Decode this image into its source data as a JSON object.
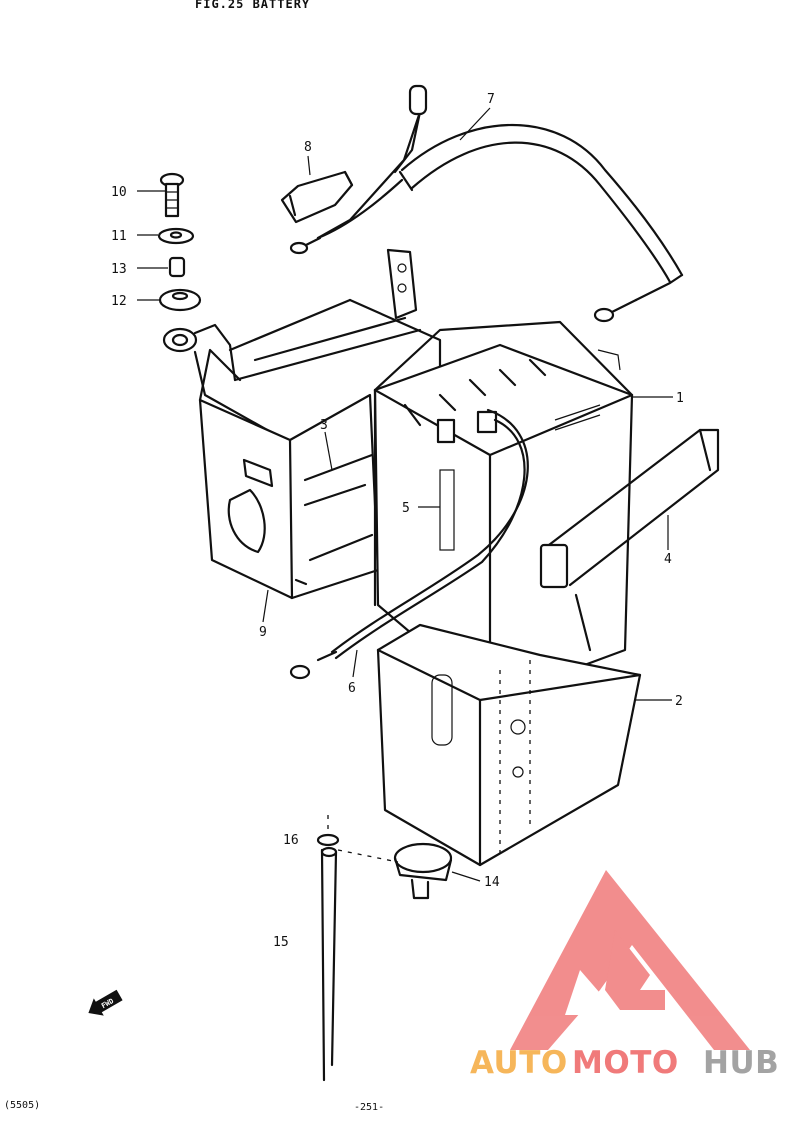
{
  "title": "FIG.25  BATTERY",
  "callouts": {
    "c1": "1",
    "c2": "2",
    "c3": "3",
    "c4": "4",
    "c5": "5",
    "c6": "6",
    "c7": "7",
    "c8": "8",
    "c9": "9",
    "c10": "10",
    "c11": "11",
    "c12": "12",
    "c13": "13",
    "c14": "14",
    "c15": "15",
    "c16": "16"
  },
  "direction_marker": "FWD",
  "footer_left": "(5505)",
  "footer_center": "-251-",
  "watermark": {
    "text_part1": "AUTO",
    "text_part2": "MOTO",
    "text_part3": "HUB",
    "color_orange": "#f6b65a",
    "color_red": "#f07a7a",
    "color_gray": "#a3a3a3"
  }
}
